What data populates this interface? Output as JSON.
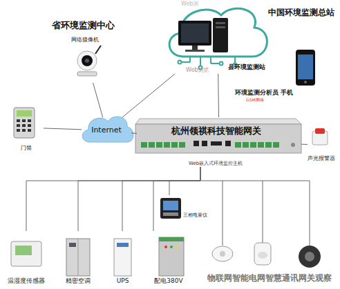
{
  "diagram": {
    "nodes": [
      {
        "text": [
          "Web浏览"
        ]
      },
      {
        "text": [
          "网络摄像机"
        ]
      },
      {
        "text": [
          "Internet"
        ]
      },
      {
        "text": [
          "门禁"
        ]
      },
      {
        "text": [
          "环境监测分析员 手机"
        ]
      },
      {
        "text": [
          "杭州领祺科技智能网关",
          "Web嵌入式环境监控主机"
        ]
      },
      {
        "text": [
          "声光报警器"
        ]
      },
      {
        "text": [
          "三相电量仪"
        ]
      },
      {
        "text": [
          "温湿度传感器"
        ]
      },
      {
        "text": [
          "精密空调"
        ]
      },
      {
        "text": [
          "UPS"
        ]
      },
      {
        "text": [
          "配电380V"
        ]
      }
    ],
    "edges": [
      {
        "from": 1,
        "to": 2,
        "arrow": "none"
      },
      {
        "from": 3,
        "to": 2,
        "arrow": "none"
      },
      {
        "from": 2,
        "to": 0,
        "arrow": "none"
      },
      {
        "from": 2,
        "to": 5,
        "arrow": "none"
      },
      {
        "from": 5,
        "to": 0,
        "arrow": "none"
      },
      {
        "from": 5,
        "to": 6,
        "arrow": "none"
      },
      {
        "from": 5,
        "to": 7,
        "arrow": "none"
      },
      {
        "from": 5,
        "to": 8,
        "arrow": "none"
      },
      {
        "from": 5,
        "to": 9,
        "arrow": "none"
      },
      {
        "from": 5,
        "to": 10,
        "arrow": "none"
      },
      {
        "from": 5,
        "to": 11,
        "arrow": "none"
      }
    ],
    "labels": [
      "省环境监测中心",
      "中国环境监测总站",
      "县环境监测站",
      "GSM网络",
      "Web浏",
      "物联网智能电网智慧通讯网关观察"
    ]
  }
}
